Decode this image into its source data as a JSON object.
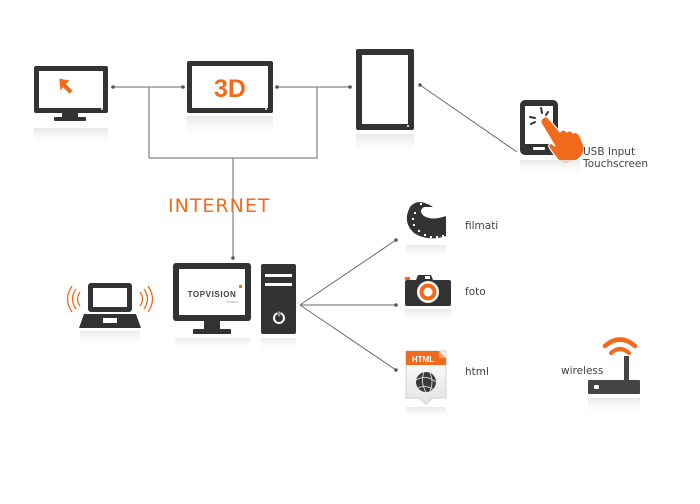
{
  "diagram": {
    "center_label": "INTERNET",
    "screen_3d_label": "3D",
    "logo": {
      "main": "TOPVISION",
      "sub": "STUDIO"
    },
    "touch": {
      "line1": "USB Input",
      "line2": "Touchscreen"
    },
    "media": [
      {
        "id": "filmati",
        "label": "filmati",
        "icon": "film-reel-icon"
      },
      {
        "id": "foto",
        "label": "foto",
        "icon": "camera-icon"
      },
      {
        "id": "html",
        "label": "html",
        "icon": "html-globe-icon",
        "badge": "HTML"
      }
    ],
    "wireless_label": "wireless",
    "colors": {
      "accent": "#f26a1b",
      "dark": "#333333",
      "line": "#666666"
    }
  }
}
